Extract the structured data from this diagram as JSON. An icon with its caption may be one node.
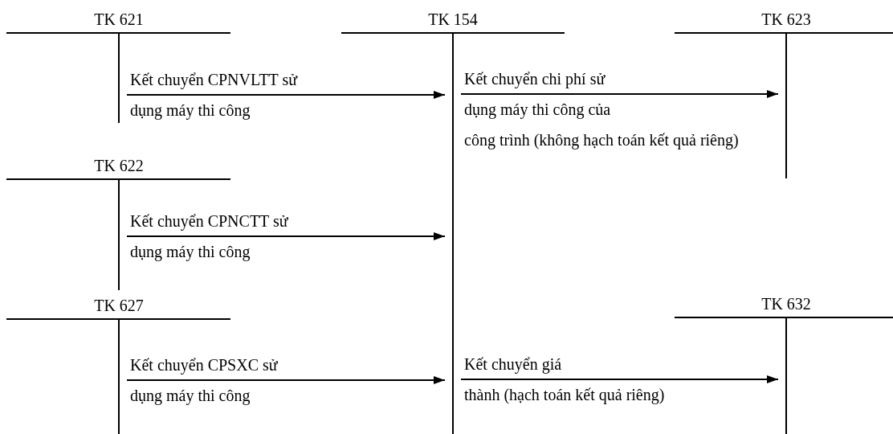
{
  "diagram": {
    "nodes": [
      {
        "text": [
          "TK 621"
        ]
      },
      {
        "text": [
          "TK 154"
        ]
      },
      {
        "text": [
          "TK 623"
        ]
      },
      {
        "text": [
          "TK 622"
        ]
      },
      {
        "text": [
          "TK 627"
        ]
      },
      {
        "text": [
          "TK 632"
        ]
      }
    ],
    "edges": [
      {
        "from": 0,
        "to": 1,
        "arrow": "to",
        "label": "Kết chuyển CPNVLTT sử dụng máy thi công"
      },
      {
        "from": 3,
        "to": 1,
        "arrow": "to",
        "label": "Kết chuyển CPNCTT sử dụng máy thi công"
      },
      {
        "from": 4,
        "to": 1,
        "arrow": "to",
        "label": "Kết chuyển CPSXC sử dụng máy thi công"
      },
      {
        "from": 1,
        "to": 2,
        "arrow": "to",
        "label": "Kết chuyển chi phí sử dụng máy thi công của công trình (không hạch toán kết quả riêng)"
      },
      {
        "from": 1,
        "to": 5,
        "arrow": "to",
        "label": "Kết chuyển giá thành (hạch toán kết quả riêng)"
      }
    ]
  }
}
